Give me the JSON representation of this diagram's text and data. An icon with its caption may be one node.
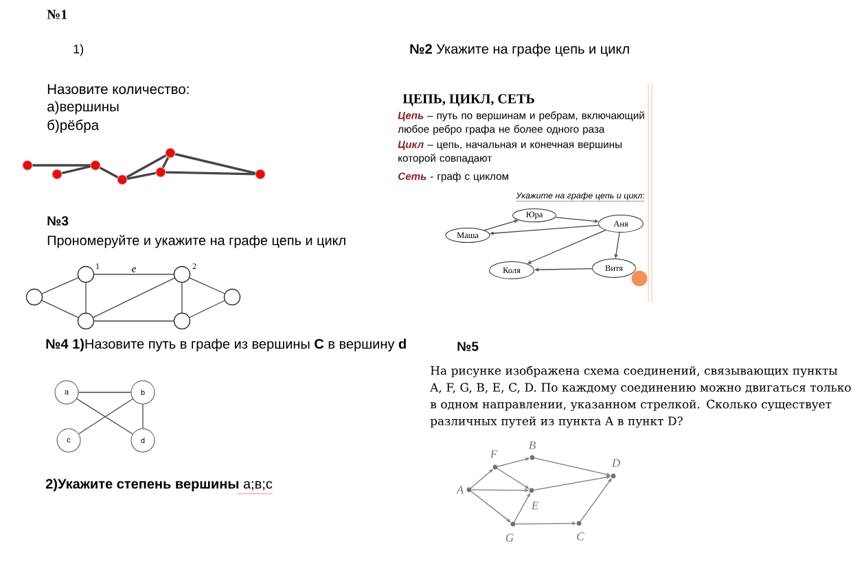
{
  "diagram": {
    "nodes": [
      {
        "text": [],
        "shape": "circle"
      },
      {
        "text": [],
        "shape": "circle"
      },
      {
        "text": [],
        "shape": "circle"
      },
      {
        "text": [],
        "shape": "circle"
      },
      {
        "text": [],
        "shape": "circle"
      },
      {
        "text": [],
        "shape": "circle"
      },
      {
        "text": [],
        "shape": "circle"
      },
      {
        "text": [],
        "shape": "circle"
      },
      {
        "text": [],
        "shape": "circle",
        "beside": [
          "1"
        ]
      },
      {
        "text": [],
        "shape": "circle"
      },
      {
        "text": [],
        "shape": "circle",
        "beside": [
          "2"
        ]
      },
      {
        "text": [],
        "shape": "circle"
      },
      {
        "text": [],
        "shape": "circle"
      },
      {
        "text": [
          "Юра"
        ]
      },
      {
        "text": [
          "Аня"
        ]
      },
      {
        "text": [
          "Маша"
        ]
      },
      {
        "text": [
          "Коля"
        ]
      },
      {
        "text": [
          "Витя"
        ]
      },
      {
        "text": [
          "a"
        ]
      },
      {
        "text": [
          "b"
        ]
      },
      {
        "text": [
          "c"
        ]
      },
      {
        "text": [
          "d"
        ]
      },
      {
        "text": [],
        "shape": "circle",
        "beside": [
          "A"
        ]
      },
      {
        "text": [],
        "shape": "circle",
        "beside": [
          "F"
        ]
      },
      {
        "text": [],
        "shape": "circle",
        "beside": [
          "B"
        ]
      },
      {
        "text": [],
        "shape": "circle",
        "beside": [
          "E"
        ]
      },
      {
        "text": [],
        "shape": "circle",
        "beside": [
          "G"
        ]
      },
      {
        "text": [],
        "shape": "circle",
        "beside": [
          "C"
        ]
      },
      {
        "text": [],
        "shape": "circle",
        "beside": [
          "D"
        ]
      }
    ],
    "edges": [
      {
        "from": 0,
        "to": 2,
        "arrow": "none",
        "style": "thick"
      },
      {
        "from": 1,
        "to": 2,
        "arrow": "none",
        "style": "thick"
      },
      {
        "from": 2,
        "to": 3,
        "arrow": "none",
        "style": "thick"
      },
      {
        "from": 3,
        "to": 4,
        "arrow": "none",
        "style": "thick"
      },
      {
        "from": 3,
        "to": 5,
        "arrow": "none",
        "style": "thick"
      },
      {
        "from": 5,
        "to": 4,
        "arrow": "none",
        "style": "thick"
      },
      {
        "from": 4,
        "to": 6,
        "arrow": "none",
        "style": "thick"
      },
      {
        "from": 5,
        "to": 6,
        "arrow": "none",
        "style": "thick"
      },
      {
        "from": 7,
        "to": 8,
        "arrow": "none"
      },
      {
        "from": 7,
        "to": 9,
        "arrow": "none"
      },
      {
        "from": 8,
        "to": 9,
        "arrow": "none"
      },
      {
        "from": 8,
        "to": 10,
        "arrow": "none",
        "label": "e"
      },
      {
        "from": 9,
        "to": 10,
        "arrow": "none"
      },
      {
        "from": 9,
        "to": 11,
        "arrow": "none"
      },
      {
        "from": 10,
        "to": 11,
        "arrow": "none"
      },
      {
        "from": 10,
        "to": 12,
        "arrow": "none"
      },
      {
        "from": 11,
        "to": 12,
        "arrow": "none"
      },
      {
        "from": 15,
        "to": 13,
        "arrow": "to"
      },
      {
        "from": 13,
        "to": 14,
        "arrow": "to"
      },
      {
        "from": 14,
        "to": 15,
        "arrow": "to"
      },
      {
        "from": 14,
        "to": 16,
        "arrow": "to"
      },
      {
        "from": 14,
        "to": 17,
        "arrow": "to"
      },
      {
        "from": 17,
        "to": 16,
        "arrow": "to"
      },
      {
        "from": 18,
        "to": 19,
        "arrow": "none"
      },
      {
        "from": 18,
        "to": 21,
        "arrow": "none"
      },
      {
        "from": 20,
        "to": 19,
        "arrow": "none"
      },
      {
        "from": 19,
        "to": 21,
        "arrow": "none"
      },
      {
        "from": 22,
        "to": 23,
        "arrow": "to",
        "color": "#7a7a7a"
      },
      {
        "from": 22,
        "to": 25,
        "arrow": "to",
        "color": "#7a7a7a"
      },
      {
        "from": 22,
        "to": 26,
        "arrow": "to",
        "color": "#7a7a7a"
      },
      {
        "from": 23,
        "to": 24,
        "arrow": "to",
        "color": "#7a7a7a"
      },
      {
        "from": 23,
        "to": 25,
        "arrow": "to",
        "color": "#7a7a7a"
      },
      {
        "from": 24,
        "to": 28,
        "arrow": "to",
        "color": "#7a7a7a"
      },
      {
        "from": 25,
        "to": 28,
        "arrow": "to",
        "color": "#7a7a7a"
      },
      {
        "from": 26,
        "to": 25,
        "arrow": "to",
        "color": "#7a7a7a"
      },
      {
        "from": 26,
        "to": 27,
        "arrow": "to",
        "color": "#7a7a7a"
      },
      {
        "from": 27,
        "to": 28,
        "arrow": "to",
        "color": "#7a7a7a"
      }
    ],
    "labels": [
      "№1",
      "1)",
      "**№2** Укажите на графе цепь и цикл",
      "Назовите количество:",
      "а)вершины",
      "б)рёбра",
      "ЦЕПЬ, ЦИКЛ, СЕТЬ",
      "**Цепь** – путь по вершинам и ребрам, включающий любое ребро графа не более одного раза",
      "**Цикл** – цепь, начальная и конечная вершины которой совпадают",
      "**Сеть** - граф с циклом",
      "Укажите на графе цепь и цикл:",
      "№3",
      "Прономеруйте и укажите на графе цепь и цикл",
      "**№4 1)**Назовите путь в графе из вершины **C** в вершину **d**",
      "№5",
      "На рисунке изображена схема соединений, связывающих пункты A, F, G, B, E, C, D. По каждому соединению можно двигаться только в одном направлении, указанном стрелкой. Сколько существует различных путей из пункта A в пункт D?",
      "**2)Укажите степень вершины** а;в;с"
    ]
  }
}
